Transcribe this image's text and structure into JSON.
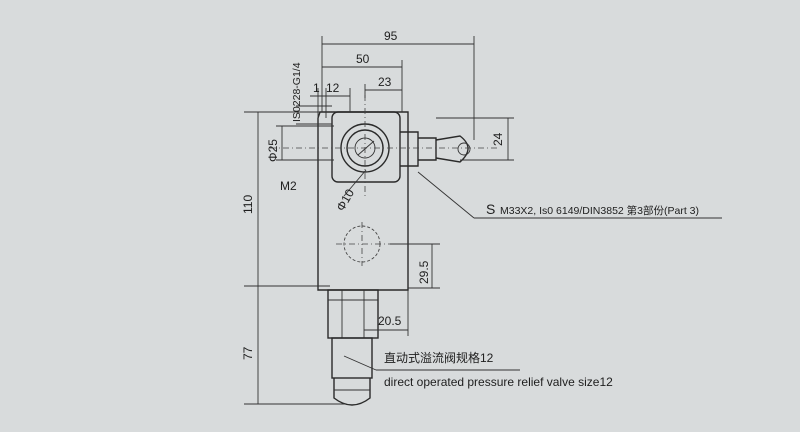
{
  "dimensions": {
    "d95": "95",
    "d50": "50",
    "d23": "23",
    "d1": "1",
    "d12": "12",
    "port": "IS0228-G1/4",
    "phi25": "Φ25",
    "d24": "24",
    "d110": "110",
    "phi10": "Φ10",
    "d29_5": "29.5",
    "d20_5": "20.5",
    "d77": "77"
  },
  "labels": {
    "m2": "M2",
    "s_letter": "S",
    "s_spec": "M33X2,  Is0 6149/DIN3852  第3部份(Part 3)",
    "title_cn": "直动式溢流阀规格12",
    "title_en": "direct operated pressure relief valve size12"
  }
}
